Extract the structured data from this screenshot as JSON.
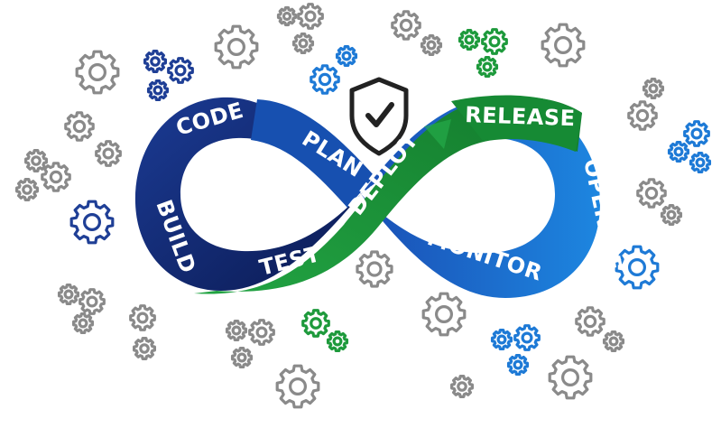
{
  "stages": {
    "code": "CODE",
    "plan": "PLAN",
    "release": "RELEASE",
    "build": "BUILD",
    "deploy": "DEPLOY",
    "operate": "OPERATE",
    "test": "TEST",
    "monitor": "MONITOR"
  },
  "icons": {
    "center": "shield-check-icon",
    "background": "gear-icon"
  },
  "colors": {
    "dark_navy": "#0d1f5e",
    "navy": "#143a9a",
    "blue": "#1560c8",
    "light_blue": "#1e88e5",
    "green": "#1e9a3c",
    "dark_green": "#167a2e",
    "gear_gray": "#8a8a8a",
    "gear_blue": "#1e7ad6",
    "gear_navy": "#1f3f96",
    "gear_green": "#1e9a3c"
  }
}
